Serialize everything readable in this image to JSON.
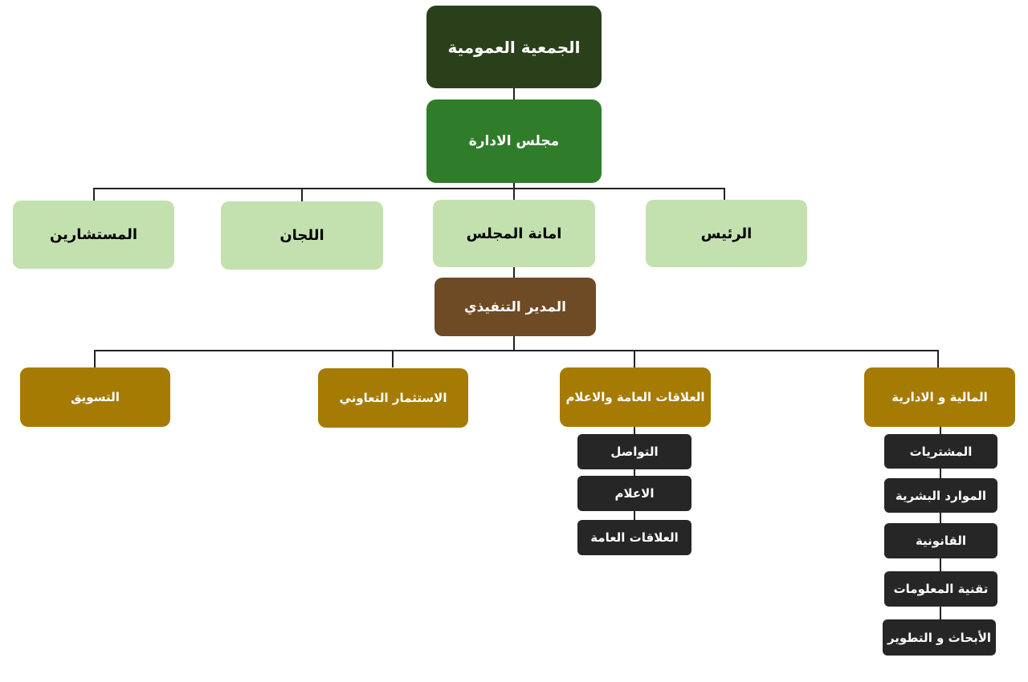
{
  "chart": {
    "general_assembly": "الجمعية العمومية",
    "board": "مجلس الادارة",
    "board_units": [
      "الرئيس",
      "امانة المجلس",
      "اللجان",
      "المستشارين"
    ],
    "executive_director": "المدير التنفيذي",
    "departments": [
      {
        "label": "المالية و الادارية",
        "units": [
          "المشتريات",
          "الموارد البشرية",
          "القانونية",
          "تقنية المعلومات",
          "الأبحاث و التطوير"
        ]
      },
      {
        "label": "العلاقات العامة والاعلام",
        "units": [
          "التواصل",
          "الاعلام",
          "العلاقات العامة"
        ]
      },
      {
        "label": "الاستثمار التعاوني",
        "units": []
      },
      {
        "label": "التسويق",
        "units": []
      }
    ]
  },
  "colors": {
    "general_assembly": "#2a401a",
    "board": "#2f7d2b",
    "board_units": "#c3e1af",
    "executive": "#6e4a25",
    "departments": "#a67b04",
    "units": "#262626"
  }
}
